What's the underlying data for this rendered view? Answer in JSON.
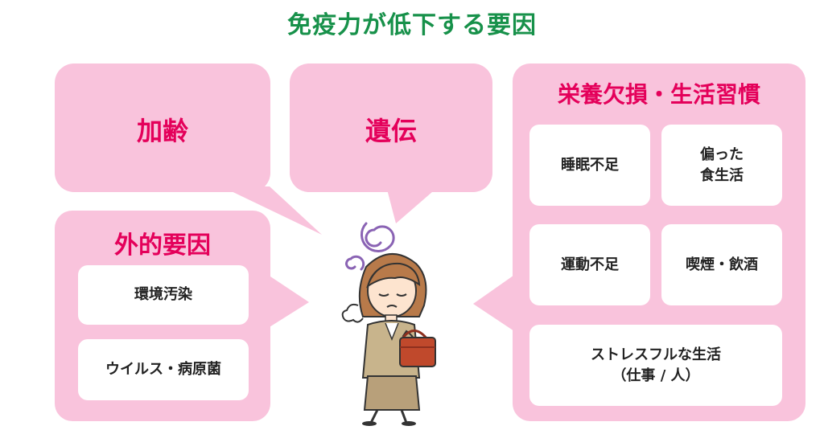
{
  "title": "免疫力が低下する要因",
  "colors": {
    "title": "#17914a",
    "bubble_fill": "#f9c3dc",
    "heading": "#e4005a",
    "card_fill": "#ffffff",
    "card_text": "#222222"
  },
  "factors": {
    "aging": {
      "label": "加齢"
    },
    "heredity": {
      "label": "遺伝"
    },
    "external": {
      "label": "外的要因",
      "items": [
        "環境汚染",
        "ウイルス・病原菌"
      ]
    },
    "lifestyle": {
      "label": "栄養欠損・生活習慣",
      "items": [
        "睡眠不足",
        "偏った\n食生活",
        "運動不足",
        "喫煙・飲酒",
        "ストレスフルな生活\n（仕事 / 人）"
      ]
    }
  },
  "illustration": {
    "icon": "tired-woman-with-bag-icon"
  }
}
